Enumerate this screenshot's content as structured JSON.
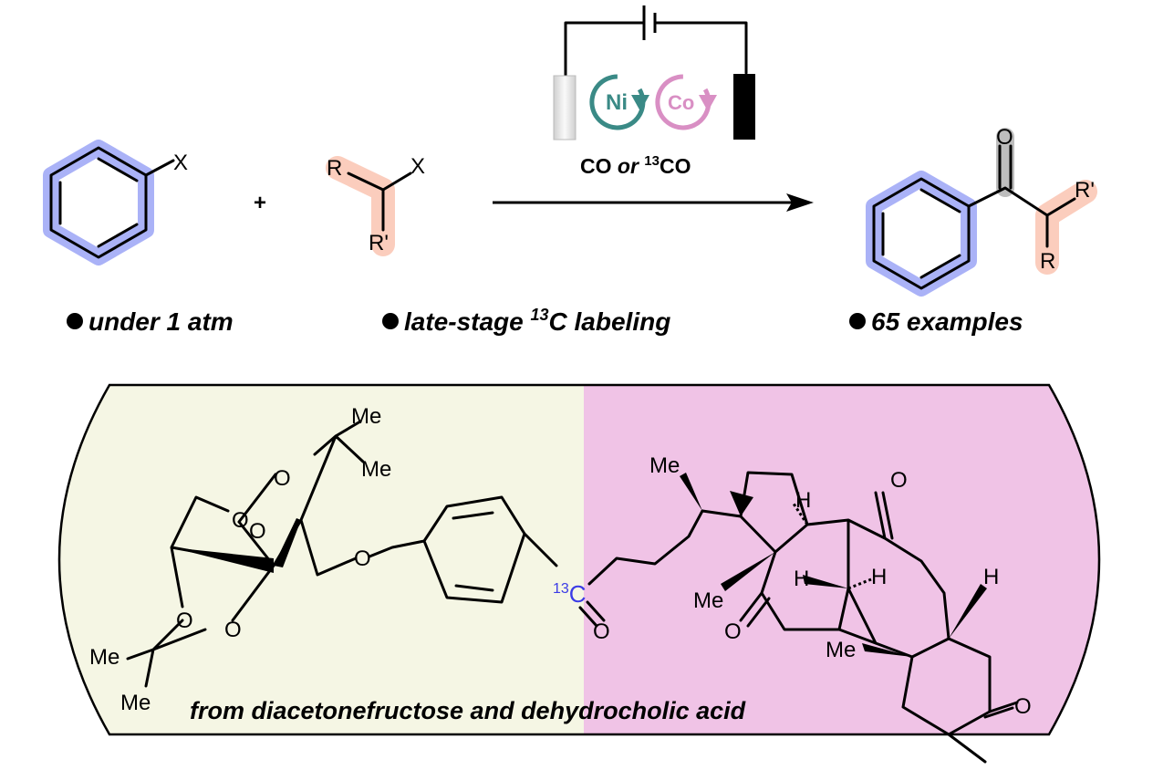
{
  "reaction": {
    "aryl_substituent": "X",
    "plus": "+",
    "alkyl_r": "R",
    "alkyl_x": "X",
    "alkyl_r_prime": "R'",
    "catalyst_1": "Ni",
    "catalyst_2": "Co",
    "conditions_a": "CO",
    "conditions_or": "or",
    "conditions_sup": "13",
    "conditions_b": "CO",
    "product_o": "O",
    "product_r_prime": "R'",
    "product_r": "R"
  },
  "bullets": [
    {
      "text": "under 1 atm"
    },
    {
      "pre": "late-stage ",
      "sup": "13",
      "post": "C labeling"
    },
    {
      "text": "65 examples"
    }
  ],
  "example": {
    "caption": "from  diacetonefructose and dehydrocholic acid",
    "labeled_sup": "13",
    "labeled_atom": "C",
    "labels": {
      "me1": "Me",
      "me2": "Me",
      "o1": "O",
      "o2": "O",
      "o3": "O",
      "o4": "O",
      "o5": "O",
      "o6": "O",
      "me3": "Me",
      "me4": "Me",
      "ketone_o": "O",
      "s_me1": "Me",
      "s_h1": "H",
      "s_o1": "O",
      "s_me2": "Me",
      "s_h2": "H",
      "s_h3": "H",
      "s_o2": "O",
      "s_h4": "H",
      "s_me3": "Me",
      "s_o3": "O"
    }
  },
  "colors": {
    "aryl_highlight": "#aab2f7",
    "alkyl_highlight": "#fbcdbd",
    "ni": "#3a8a86",
    "co": "#d98fc4",
    "left_panel": "#f5f6e4",
    "right_panel": "#f0c3e6",
    "label_13c": "#3b3be6"
  }
}
